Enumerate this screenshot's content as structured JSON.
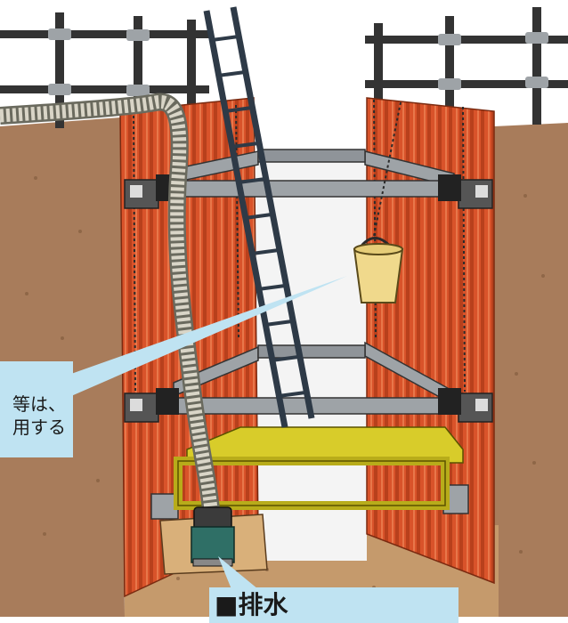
{
  "callouts": {
    "left_line1": "等は、",
    "left_line2": "用する",
    "bottom_label": "■排水"
  },
  "colors": {
    "soil": "#a87c5b",
    "sheet_pile": "#d9532a",
    "waler": "#9ea3a7",
    "rail": "#333333",
    "ladder": "#3b4a5a",
    "bucket": "#f0d98c",
    "frame": "#d8cc2a",
    "pump": "#2f6f66",
    "callout": "#bfe3f2"
  }
}
